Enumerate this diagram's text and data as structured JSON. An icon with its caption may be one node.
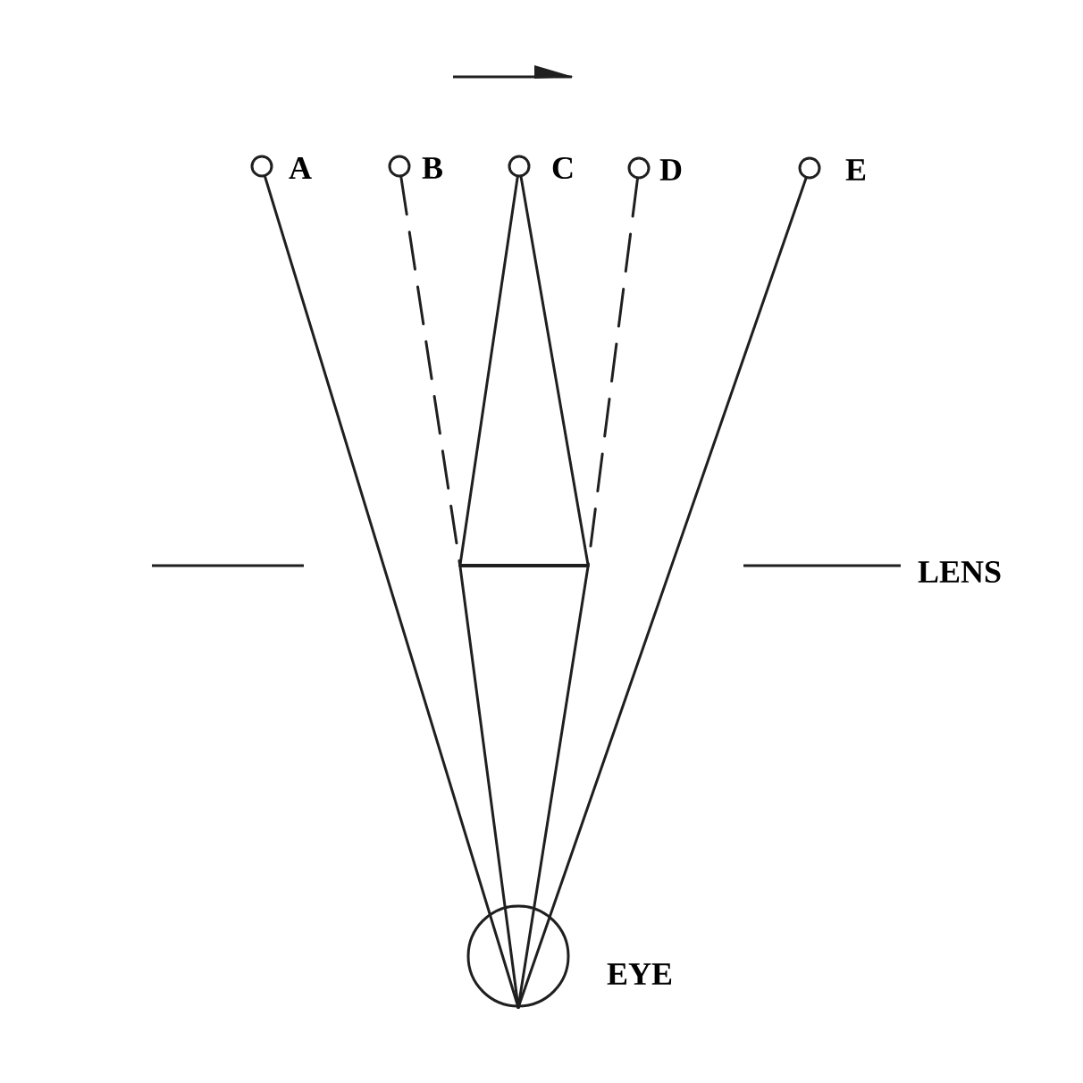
{
  "diagram": {
    "nodes": [
      {
        "text": [],
        "shape": "circle",
        "beside": [
          "A"
        ]
      },
      {
        "text": [],
        "shape": "circle",
        "beside": [
          "B"
        ]
      },
      {
        "text": [],
        "shape": "circle",
        "beside": [
          "C"
        ]
      },
      {
        "text": [],
        "shape": "circle",
        "beside": [
          "D"
        ]
      },
      {
        "text": [],
        "shape": "circle",
        "beside": [
          "E"
        ]
      },
      {
        "text": [],
        "shape": "bar"
      },
      {
        "text": [],
        "shape": "circle",
        "beside": [
          "EYE"
        ]
      }
    ],
    "edges": [
      {
        "from": 0,
        "to": 6,
        "arrow": "none"
      },
      {
        "from": 1,
        "to": 5,
        "arrow": "none",
        "style": "dashed"
      },
      {
        "from": 5,
        "to": 6,
        "arrow": "none"
      },
      {
        "from": 2,
        "to": 5,
        "arrow": "none"
      },
      {
        "from": 2,
        "to": 5,
        "arrow": "none"
      },
      {
        "from": 3,
        "to": 5,
        "arrow": "none",
        "style": "dashed"
      },
      {
        "from": 5,
        "to": 6,
        "arrow": "none"
      },
      {
        "from": 4,
        "to": 6,
        "arrow": "none"
      }
    ],
    "labels": [
      "LENS"
    ]
  }
}
